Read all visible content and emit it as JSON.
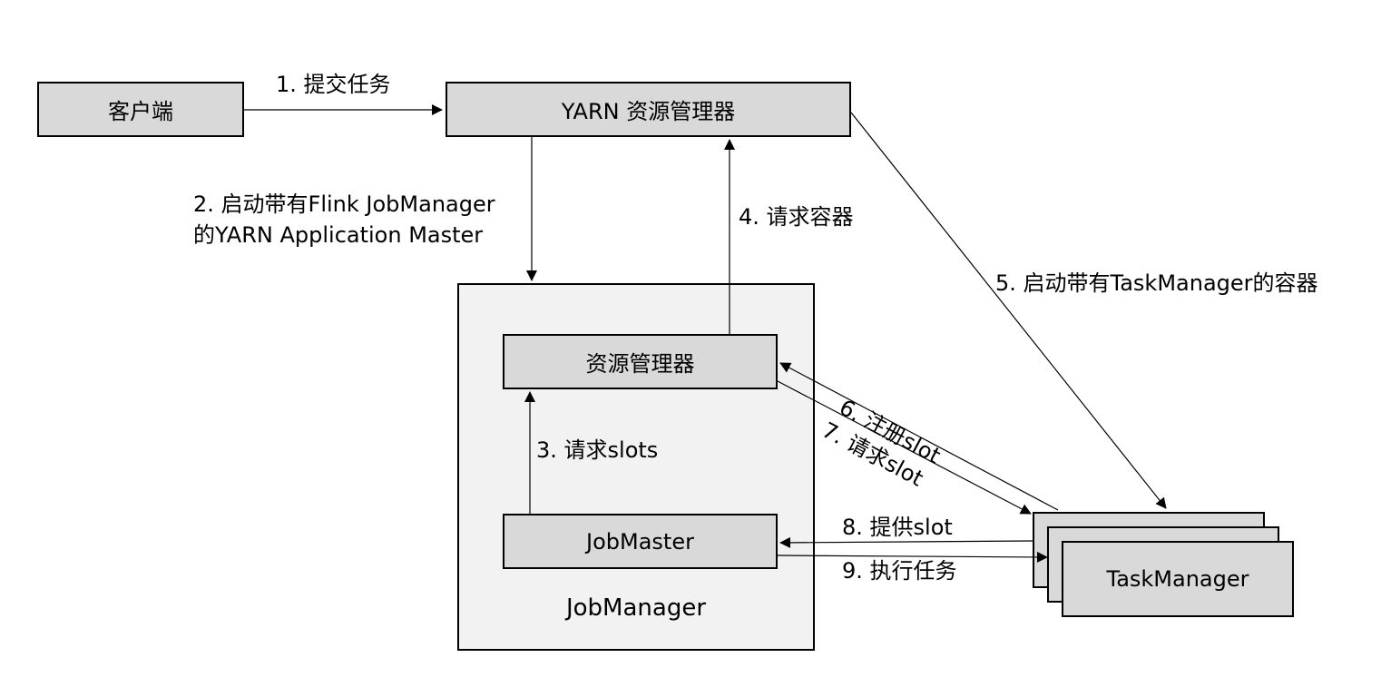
{
  "nodes": {
    "client": "客户端",
    "yarn_rm": "YARN 资源管理器",
    "jobmanager": "JobManager",
    "resource_manager": "资源管理器",
    "jobmaster": "JobMaster",
    "taskmanager": "TaskManager"
  },
  "edges": {
    "e1": "1. 提交任务",
    "e2_line1": "2. 启动带有Flink JobManager",
    "e2_line2": "的YARN Application Master",
    "e3": "3. 请求slots",
    "e4": "4. 请求容器",
    "e5": "5. 启动带有TaskManager的容器",
    "e6": "6. 注册slot",
    "e7": "7. 请求slot",
    "e8": "8. 提供slot",
    "e9": "9. 执行任务"
  }
}
